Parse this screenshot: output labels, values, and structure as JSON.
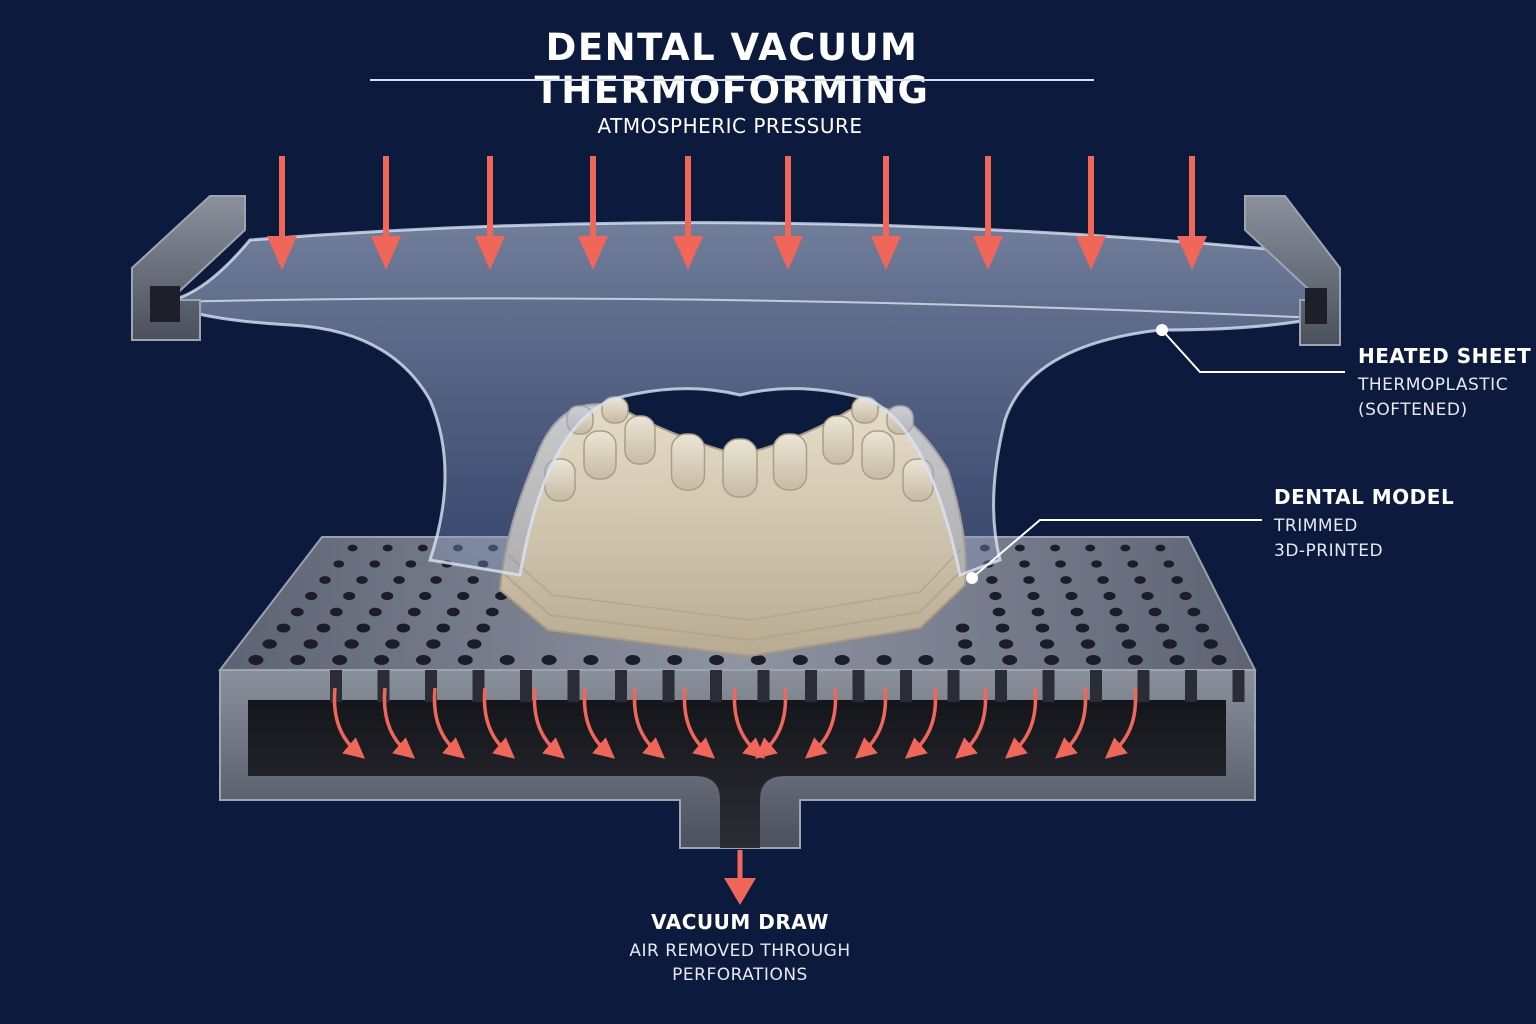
{
  "title": "DENTAL VACUUM THERMOFORMING",
  "pressure_label": "ATMOSPHERIC PRESSURE",
  "labels": {
    "heated_sheet": {
      "heading": "HEATED SHEET",
      "line1": "THERMOPLASTIC",
      "line2": "(SOFTENED)"
    },
    "dental_model": {
      "heading": "DENTAL MODEL",
      "line1": "TRIMMED",
      "line2": "3D-PRINTED"
    },
    "vacuum_draw": {
      "heading": "VACUUM DRAW",
      "line1": "AIR REMOVED THROUGH",
      "line2": "PERFORATIONS"
    }
  },
  "colors": {
    "background": "#0c1a3d",
    "arrow": "#f0675a",
    "metal": "#6f7584",
    "sheet": "#a9b9dc",
    "model": "#d9cfbb"
  }
}
